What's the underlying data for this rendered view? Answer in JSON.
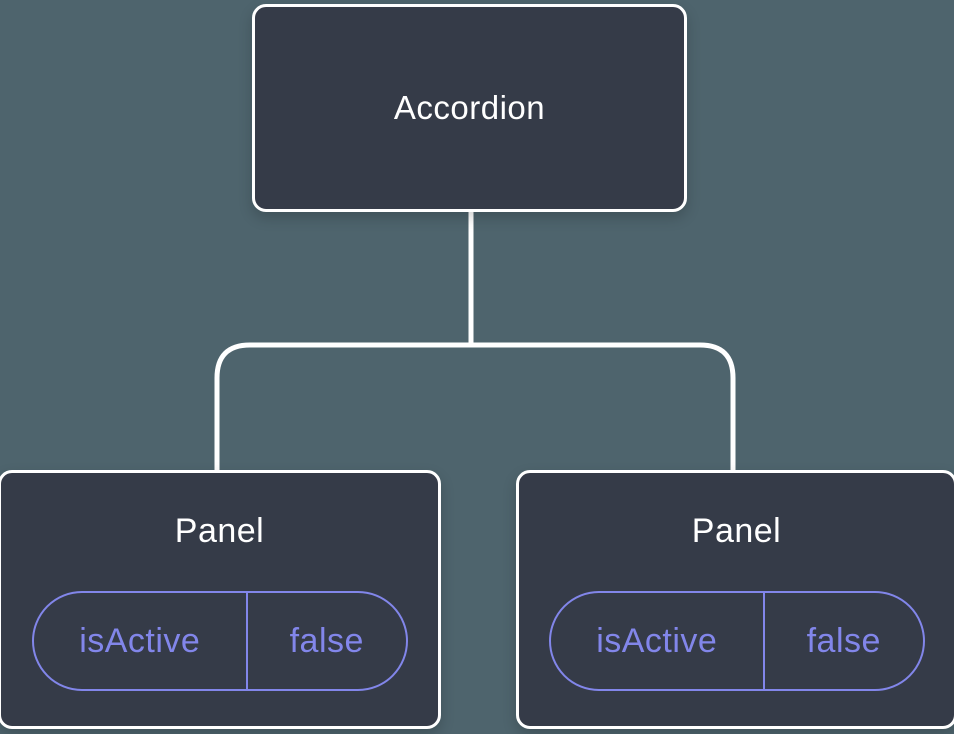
{
  "colors": {
    "background": "#4e646d",
    "node_fill": "#353b48",
    "node_border": "#ffffff",
    "connector": "#ffffff",
    "state_accent": "#8286ea"
  },
  "root_node": {
    "label": "Accordion"
  },
  "child_nodes": [
    {
      "label": "Panel",
      "state_key": "isActive",
      "state_value": "false"
    },
    {
      "label": "Panel",
      "state_key": "isActive",
      "state_value": "false"
    }
  ]
}
